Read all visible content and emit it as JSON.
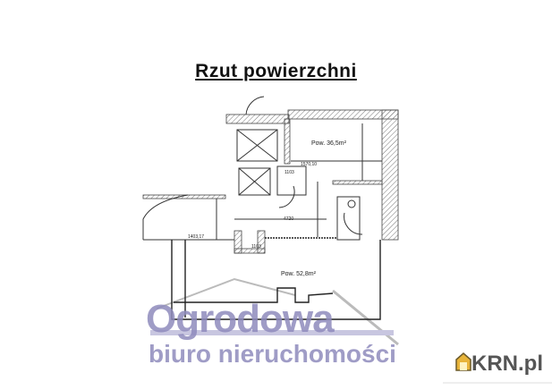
{
  "title": "Rzut powierzchni",
  "rooms": [
    {
      "label": "Pow. 36,5m²"
    },
    {
      "label": "Pow. 52,8m²"
    }
  ],
  "watermark": {
    "line1": "Ogrodowa",
    "line2": "biuro nieruchomości",
    "color": "#8f8bbd"
  },
  "logo": {
    "text": "KRN.pl",
    "icon": "house-icon",
    "color": "#555555"
  }
}
